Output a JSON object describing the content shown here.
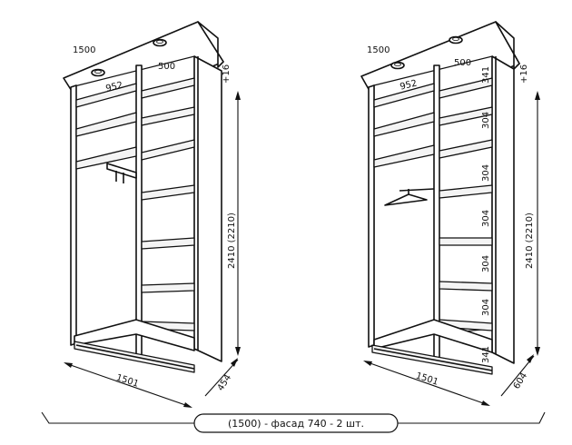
{
  "left_unit": {
    "width_top": "1500",
    "shelf_depth": "952",
    "section_width": "500",
    "plus": "+16",
    "height": "2410 (2210)",
    "bottom_width": "1501",
    "depth": "454"
  },
  "right_unit": {
    "width_top": "1500",
    "shelf_depth": "952",
    "section_width": "500",
    "plus": "+16",
    "height": "2410 (2210)",
    "bottom_width": "1501",
    "depth": "604",
    "shelf_spacings": [
      "341",
      "304",
      "304",
      "304",
      "304",
      "304",
      "341"
    ]
  },
  "caption": "(1500) - фасад 740 - 2 шт."
}
